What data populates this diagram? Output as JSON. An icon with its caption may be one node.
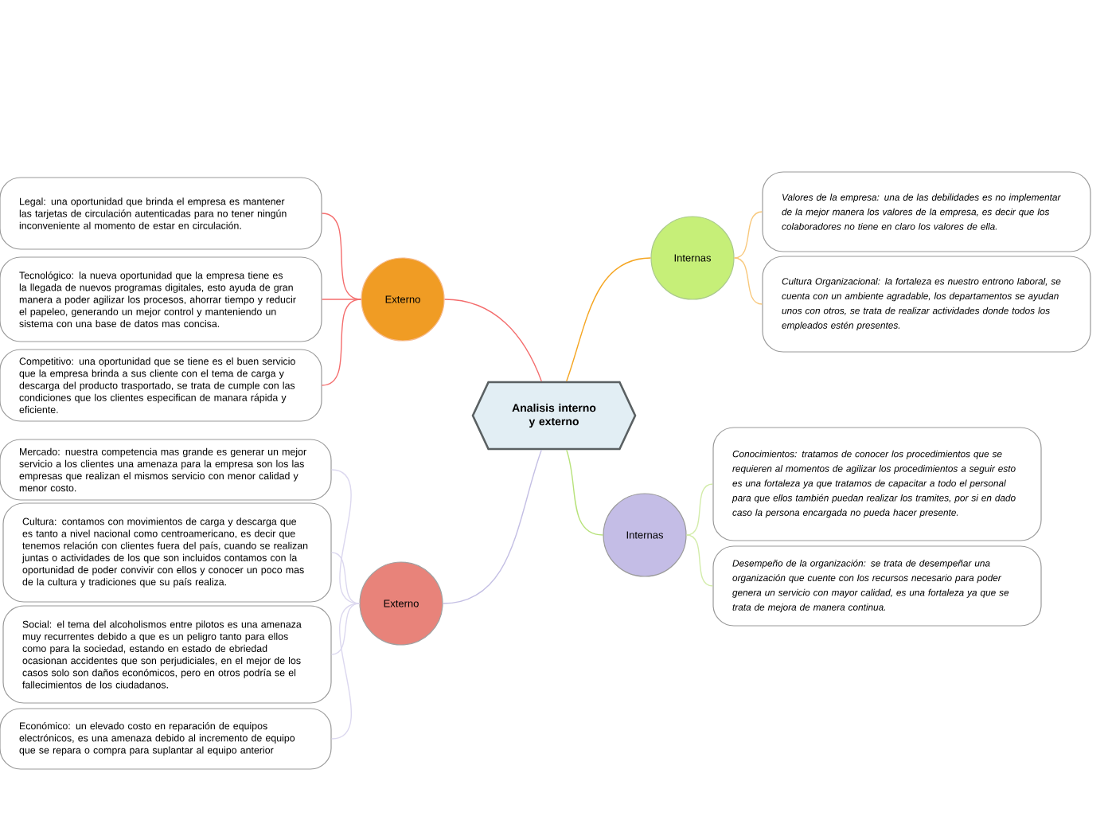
{
  "diagram": {
    "nodes": [
      {
        "text": [
          "Analisis interno y externo"
        ]
      },
      {
        "text": [
          "Externo"
        ]
      },
      {
        "text": [
          "Legal: una oportunidad que brinda el empresa es mantener las tarjetas de circulación autenticadas para no tener ningún inconveniente al momento de estar en circulación."
        ]
      },
      {
        "text": [
          "Tecnológico: la nueva oportunidad que la empresa tiene es la llegada de nuevos programas digitales, esto ayuda de gran manera a poder agilizar los procesos, ahorrar tiempo y reducir el papeleo, generando un mejor control y manteniendo un sistema con una base de datos mas concisa."
        ]
      },
      {
        "text": [
          "Competitivo: una oportunidad que se tiene es el buen servicio que la empresa brinda a sus cliente con el tema de carga y descarga del producto trasportado, se trata de cumple con las condiciones que los clientes especifican de manara rápida y eficiente."
        ]
      },
      {
        "text": [
          "Internas"
        ]
      },
      {
        "text": [
          "Valores de la empresa: una de las debilidades es no implementar de la mejor manera los valores de la empresa, es decir que los colaboradores no tiene en claro los valores de ella."
        ]
      },
      {
        "text": [
          "Cultura Organizacional: la fortaleza es nuestro entrono laboral, se cuenta con un ambiente agradable, los departamentos se ayudan unos con otros, se trata de realizar actividades donde todos los empleados estén presentes."
        ]
      },
      {
        "text": [
          "Internas"
        ]
      },
      {
        "text": [
          "Conocimientos: tratamos de conocer los procedimientos que se requieren al momentos de agilizar los procedimientos a seguir esto es una fortaleza ya que tratamos de capacitar a todo el personal para que ellos también puedan realizar los tramites, por si en dado caso la persona encargada no pueda hacer presente."
        ]
      },
      {
        "text": [
          "Desempeño de la organización: se trata de desempeñar una organización que cuente con los recursos necesario para poder genera un servicio con mayor calidad, es una fortaleza ya que se trata de mejora de manera continua."
        ]
      },
      {
        "text": [
          "Externo"
        ]
      },
      {
        "text": [
          "Mercado: nuestra competencia mas grande es generar un mejor servicio a los clientes una amenaza para la empresa son los las empresas que realizan el mismos servicio con menor calidad y menor costo."
        ]
      },
      {
        "text": [
          "Cultura: contamos con movimientos de carga y descarga que es tanto a nivel nacional como centroamericano, es decir que tenemos  relación con clientes fuera del país, cuando se realizan juntas o actividades de los que son incluidos contamos con la oportunidad de poder convivir con ellos y conocer un poco mas de la cultura y tradiciones que su país realiza."
        ]
      },
      {
        "text": [
          "Social: el tema del alcoholismos entre pilotos es una amenaza muy recurrentes debido a que es un peligro tanto para ellos como para la sociedad, estando en estado de ebriedad ocasionan accidentes  que son perjudiciales, en el mejor de los casos solo son daños económicos, pero en otros podría se el fallecimientos de los ciudadanos."
        ]
      },
      {
        "text": [
          "Económico: un elevado costo en reparación de equipos electrónicos, es una amenaza debido al incremento de equipo que se repara o compra  para suplantar al equipo anterior"
        ]
      }
    ],
    "edges": [
      {
        "from": 0,
        "to": 1,
        "arrow": "none",
        "color": "#f46d6d"
      },
      {
        "from": 0,
        "to": 5,
        "arrow": "none",
        "color": "#f5a623"
      },
      {
        "from": 0,
        "to": 8,
        "arrow": "none",
        "color": "#b7e27a"
      },
      {
        "from": 0,
        "to": 11,
        "arrow": "none",
        "color": "#c4bfe4"
      },
      {
        "from": 1,
        "to": 2,
        "arrow": "none",
        "color": "#f46d6d"
      },
      {
        "from": 1,
        "to": 3,
        "arrow": "none",
        "color": "#f46d6d"
      },
      {
        "from": 1,
        "to": 4,
        "arrow": "none",
        "color": "#f46d6d"
      },
      {
        "from": 5,
        "to": 6,
        "arrow": "none",
        "color": "#f8c87c"
      },
      {
        "from": 5,
        "to": 7,
        "arrow": "none",
        "color": "#f8c87c"
      },
      {
        "from": 8,
        "to": 9,
        "arrow": "none",
        "color": "#d3ecaa"
      },
      {
        "from": 8,
        "to": 10,
        "arrow": "none",
        "color": "#d3ecaa"
      },
      {
        "from": 11,
        "to": 12,
        "arrow": "none",
        "color": "#dcd8ef"
      },
      {
        "from": 11,
        "to": 13,
        "arrow": "none",
        "color": "#dcd8ef"
      },
      {
        "from": 11,
        "to": 14,
        "arrow": "none",
        "color": "#dcd8ef"
      },
      {
        "from": 11,
        "to": 15,
        "arrow": "none",
        "color": "#dcd8ef"
      }
    ]
  }
}
